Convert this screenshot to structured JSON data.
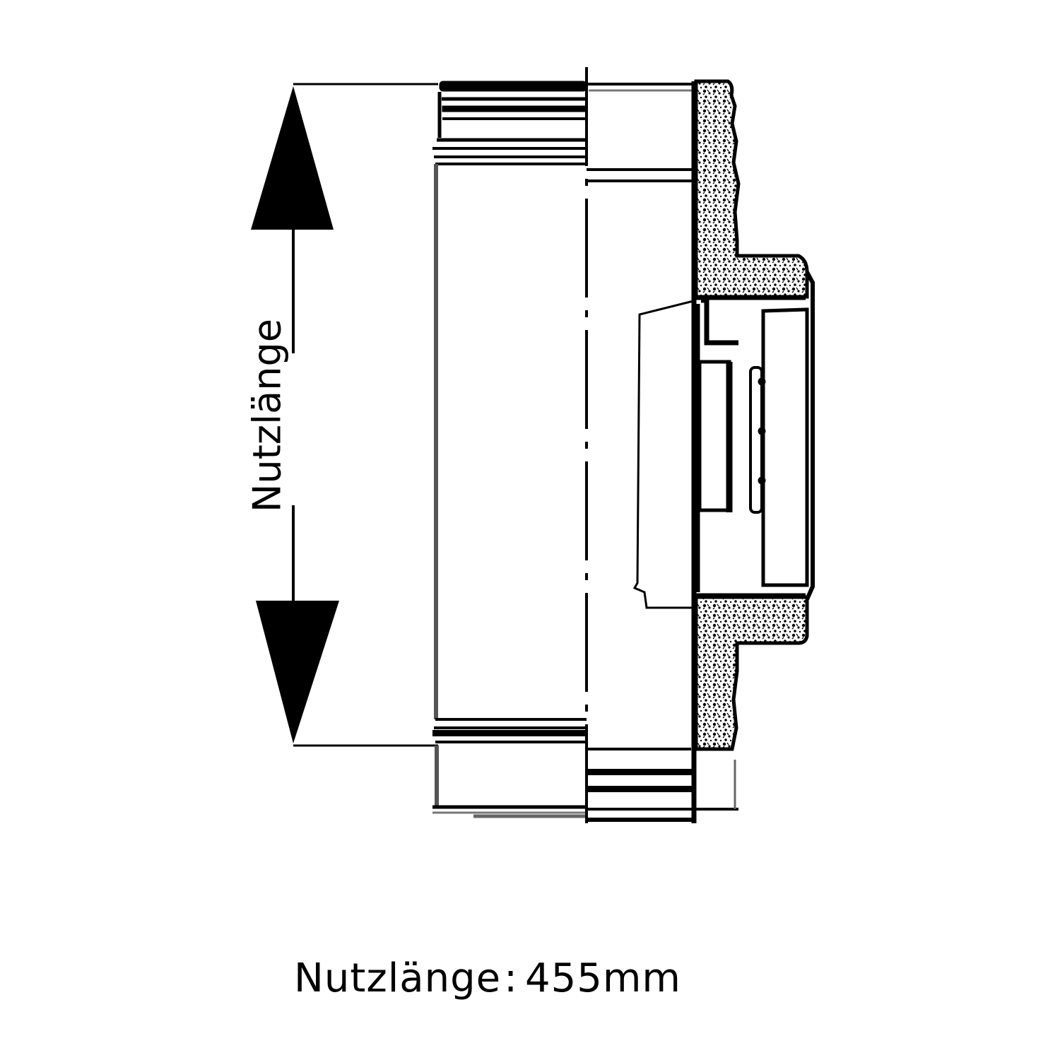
{
  "drawing": {
    "subject": "pipe section with inspection opening (cross-section)",
    "dimension_label": "Nutzlänge",
    "colors": {
      "line": "#000000",
      "insulation_fill": "#d8d8d8",
      "background": "#ffffff"
    }
  },
  "caption": {
    "label": "Nutzlänge",
    "separator": ":",
    "value": "455mm"
  }
}
